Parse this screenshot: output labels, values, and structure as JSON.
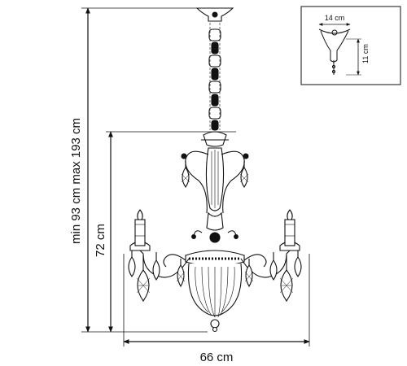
{
  "dimensions": {
    "total_height": "min 93 cm   max 193 cm",
    "body_height": "72 cm",
    "width": "66 cm"
  },
  "inset": {
    "canopy_width": "14 cm",
    "canopy_height": "11 cm"
  },
  "colors": {
    "line": "#111111",
    "background": "#ffffff"
  }
}
